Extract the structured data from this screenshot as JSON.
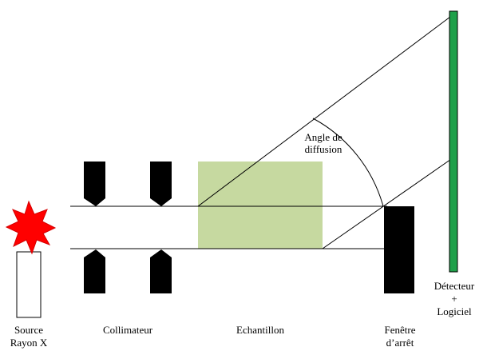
{
  "labels": {
    "source": [
      "Source",
      "Rayon X"
    ],
    "collimator": "Collimateur",
    "sample": "Echantillon",
    "beam_stop": [
      "Fenêtre",
      "d’arrêt"
    ],
    "detector": [
      "Détecteur",
      "+",
      "Logiciel"
    ],
    "angle": [
      "Angle de",
      "diffusion"
    ]
  },
  "colors": {
    "sample_fill": "#c6d9a0",
    "detector_fill": "#1fa04a",
    "burst_fill": "#ff0000",
    "solid_black": "#000000"
  }
}
